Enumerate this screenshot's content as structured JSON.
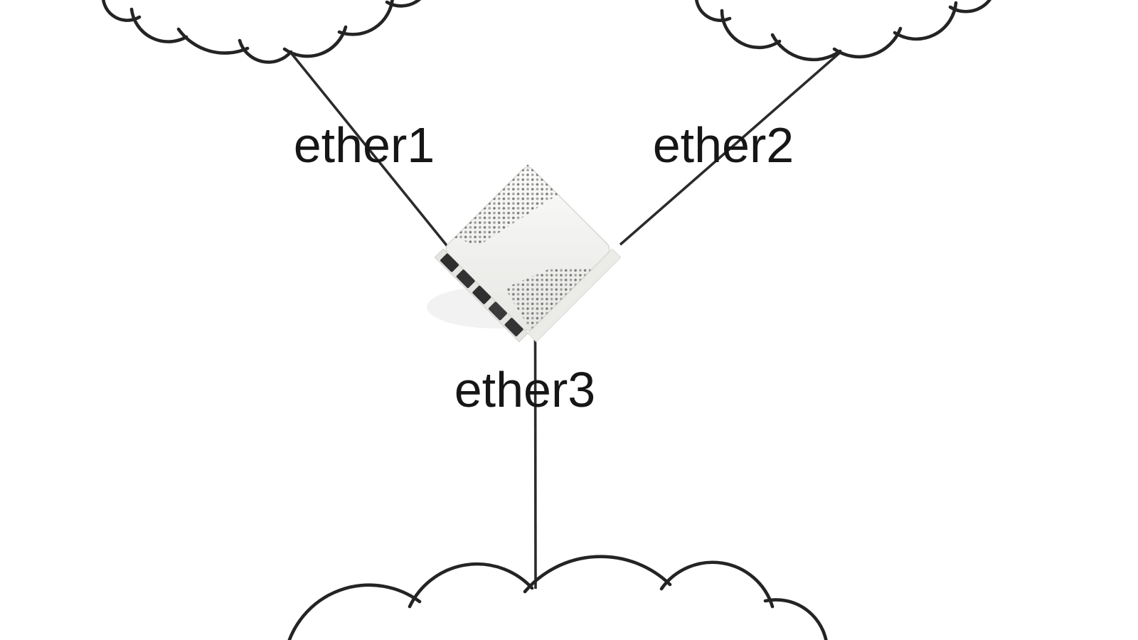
{
  "diagram": {
    "type": "network-topology",
    "colors": {
      "background": "#ffffff",
      "cloud_stroke": "#242424",
      "link_stroke": "#2b2b2b",
      "label_text": "#161616",
      "router_body": "#efefed",
      "router_side": "#e3e2df",
      "router_ports": "#2f2f2f",
      "vent_dots": "#777777"
    },
    "nodes": {
      "cloud_top_left": {
        "kind": "network-cloud",
        "position": "top-left",
        "clipped_edge": "top"
      },
      "cloud_top_right": {
        "kind": "network-cloud",
        "position": "top-right",
        "clipped_edge": "top"
      },
      "cloud_bottom": {
        "kind": "network-cloud",
        "position": "bottom",
        "clipped_edge": "bottom"
      },
      "router": {
        "kind": "ethernet-router-device",
        "position": "center",
        "visible_port_count": 5
      }
    },
    "links": [
      {
        "label": "ether1",
        "from": "cloud_top_left",
        "to": "router"
      },
      {
        "label": "ether2",
        "from": "cloud_top_right",
        "to": "router"
      },
      {
        "label": "ether3",
        "from": "router",
        "to": "cloud_bottom"
      }
    ]
  }
}
